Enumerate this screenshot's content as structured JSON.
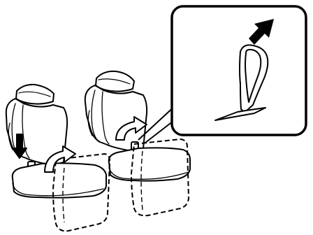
{
  "diagram": {
    "description_label": "",
    "line_color": "#000000",
    "arrow_color": "#000000",
    "background_color": "#ffffff",
    "parts": {
      "seat_left": "rear-seat-left",
      "seat_right": "rear-seat-right",
      "inset": "strap-detail-inset",
      "strap": "pull-strap",
      "pull_arrow": "pull-up-arrow",
      "fold_arrows": [
        "fold-down-arrow",
        "fold-forward-arrow-left",
        "fold-forward-arrow-right"
      ],
      "outlines": [
        "seat-cushion-outline-left",
        "seat-cushion-outline-right"
      ]
    }
  }
}
